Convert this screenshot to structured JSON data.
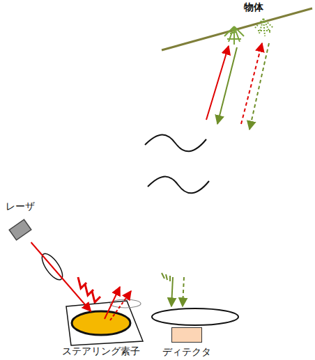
{
  "diagram": {
    "nodes": [
      {
        "text": [
          "レーザ"
        ]
      },
      {
        "text": [
          "ステアリング素子"
        ]
      },
      {
        "text": [
          "ディテクタ"
        ]
      }
    ],
    "edges": [
      {
        "from": 0,
        "to": 1,
        "arrow": "to"
      }
    ],
    "labels": [
      "物体"
    ]
  }
}
